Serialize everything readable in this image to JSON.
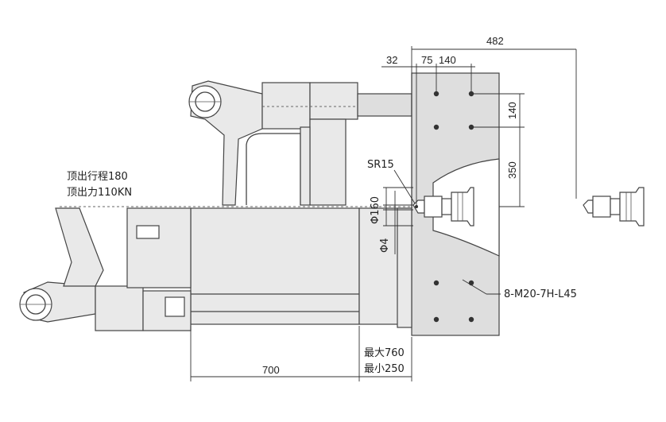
{
  "dimensions": {
    "top_total": "482",
    "top_a": "32",
    "top_b": "75",
    "top_c": "140",
    "right_a": "140",
    "right_b": "350",
    "bottom_stroke": "700"
  },
  "labels": {
    "ejector_stroke": "顶出行程180",
    "ejector_force": "顶出力110KN",
    "sr": "SR15",
    "phi160": "Φ160",
    "phi4": "Φ4",
    "bolt_spec": "8-M20-7H-L45",
    "max_open": "最大760",
    "min_open": "最小250"
  },
  "icons": {
    "nozzle_main": "nozzle-icon",
    "nozzle_detached": "nozzle-icon"
  }
}
